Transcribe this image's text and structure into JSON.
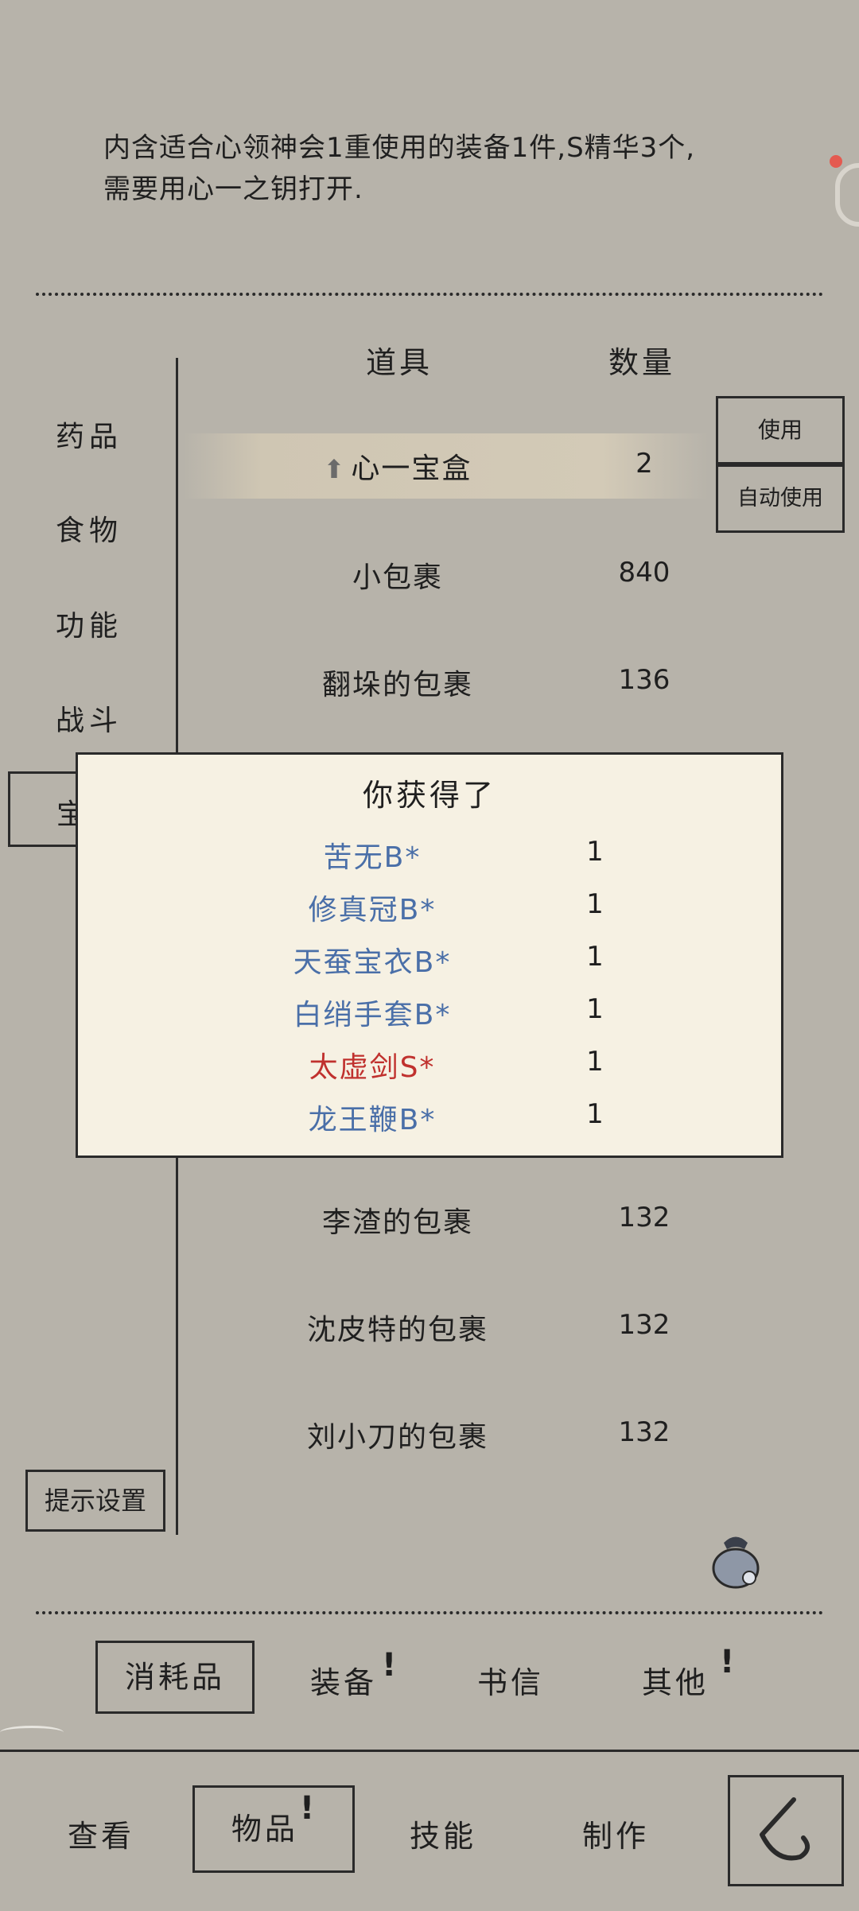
{
  "description": {
    "line1": "内含适合心领神会1重使用的装备1件,S精华3个,",
    "line2": "需要用心一之钥打开."
  },
  "table": {
    "header_item": "道具",
    "header_count": "数量"
  },
  "categories": [
    "药品",
    "食物",
    "功能",
    "战斗",
    "宝"
  ],
  "items": [
    {
      "name": "心一宝盒",
      "count": "2",
      "selected": true,
      "icon": "arrow-up-icon"
    },
    {
      "name": "小包裹",
      "count": "840"
    },
    {
      "name": "翻垛的包裹",
      "count": "136"
    },
    {
      "name": "李渣的包裹",
      "count": "132"
    },
    {
      "name": "沈皮特的包裹",
      "count": "132"
    },
    {
      "name": "刘小刀的包裹",
      "count": "132"
    }
  ],
  "actions": {
    "use": "使用",
    "auto_use": "自动使用"
  },
  "popup": {
    "title": "你获得了",
    "loot": [
      {
        "name": "苦无B*",
        "qty": "1",
        "color": "blue"
      },
      {
        "name": "修真冠B*",
        "qty": "1",
        "color": "blue"
      },
      {
        "name": "天蚕宝衣B*",
        "qty": "1",
        "color": "blue"
      },
      {
        "name": "白绡手套B*",
        "qty": "1",
        "color": "blue"
      },
      {
        "name": "太虚剑S*",
        "qty": "1",
        "color": "red"
      },
      {
        "name": "龙王鞭B*",
        "qty": "1",
        "color": "blue"
      }
    ]
  },
  "hint_settings": "提示设置",
  "bag_icon": "bag-icon",
  "inventory_tabs": [
    {
      "label": "消耗品",
      "active": true,
      "alert": false
    },
    {
      "label": "装备",
      "active": false,
      "alert": true
    },
    {
      "label": "书信",
      "active": false,
      "alert": false
    },
    {
      "label": "其他",
      "active": false,
      "alert": true
    }
  ],
  "bottom_nav": [
    {
      "label": "查看",
      "active": false,
      "alert": false
    },
    {
      "label": "物品",
      "active": true,
      "alert": true
    },
    {
      "label": "技能",
      "active": false,
      "alert": false
    },
    {
      "label": "制作",
      "active": false,
      "alert": false
    }
  ],
  "alert_mark": "!",
  "back_icon": "back-chevron-icon",
  "colors": {
    "background": "#b7b3aa",
    "popup_bg": "#f6f1e3",
    "loot_blue": "#4a6fa8",
    "loot_red": "#c0312e"
  }
}
